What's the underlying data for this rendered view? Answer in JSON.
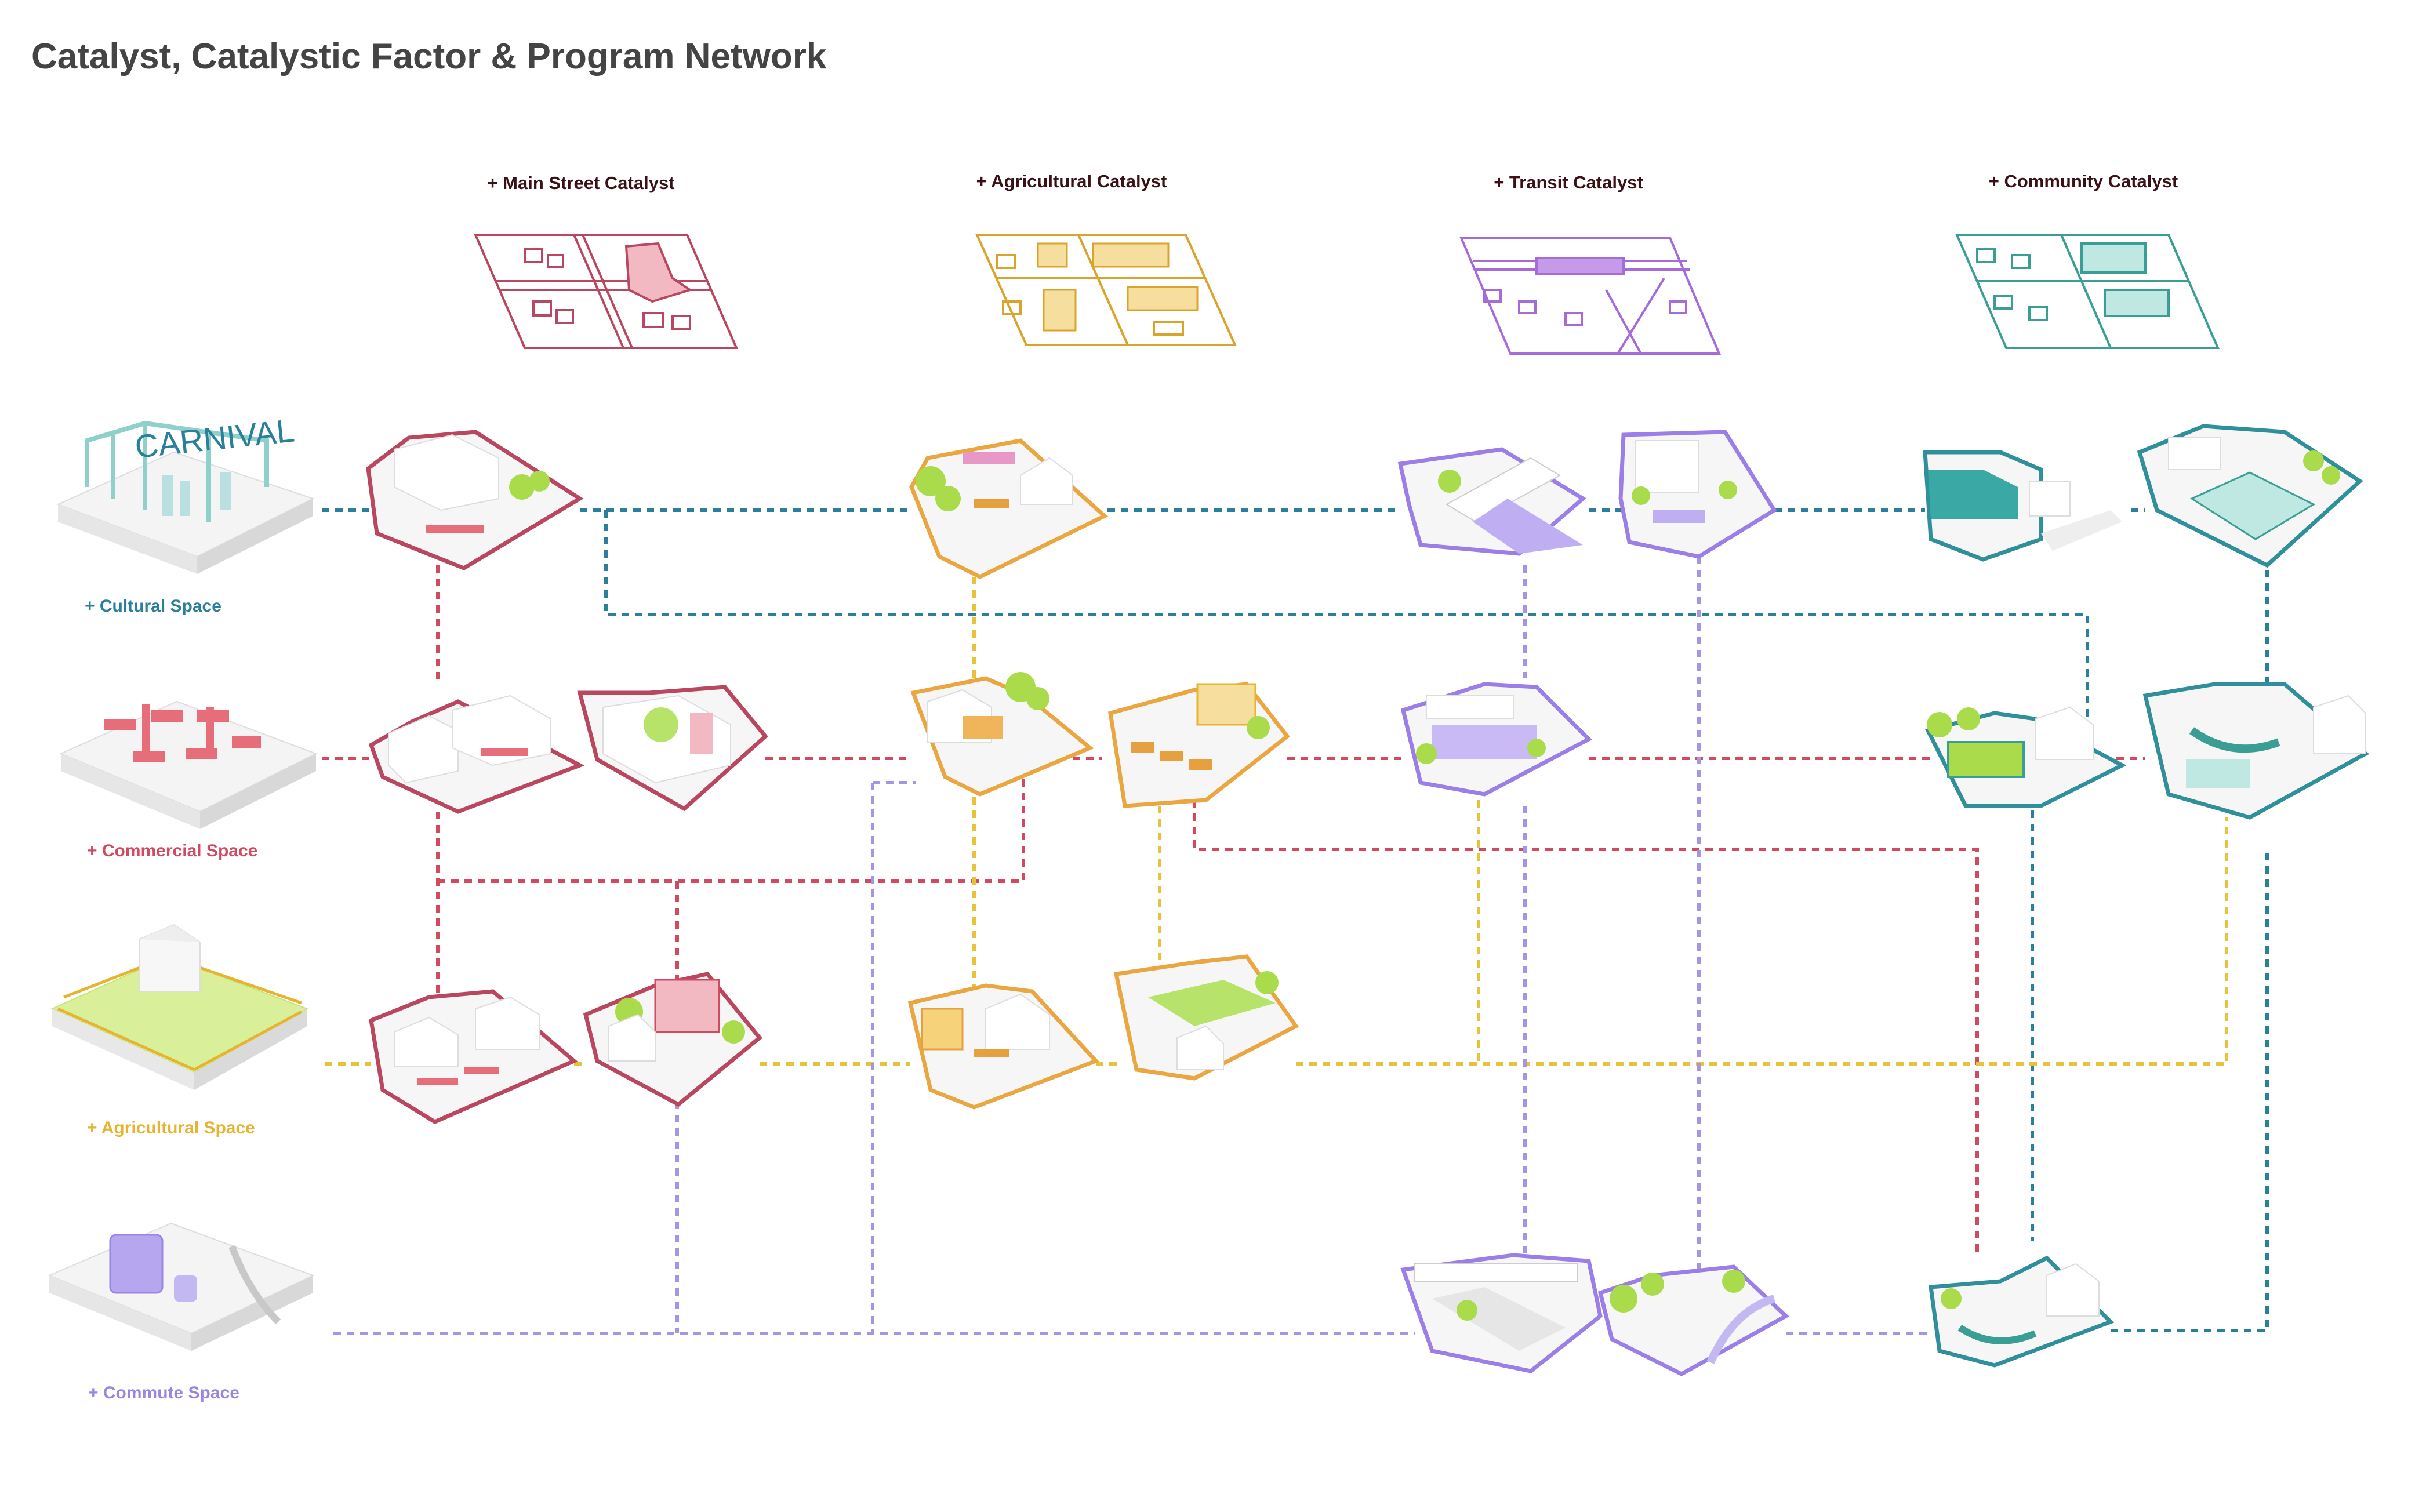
{
  "title": "Catalyst, Catalystic Factor & Program Network",
  "columns": [
    {
      "label": "+ Main Street Catalyst",
      "color": "#b9475f"
    },
    {
      "label": "+ Agricultural Catalyst",
      "color": "#d9a42c"
    },
    {
      "label": "+ Transit Catalyst",
      "color": "#a56cd9"
    },
    {
      "label": "+ Community Catalyst",
      "color": "#3a9e95"
    }
  ],
  "rows": [
    {
      "label": "+ Cultural Space",
      "color": "#2a7f9a",
      "sign": "CARNIVAL"
    },
    {
      "label": "+ Commercial Space",
      "color": "#d24a5f"
    },
    {
      "label": "+ Agricultural Space",
      "color": "#e5b430"
    },
    {
      "label": "+ Commute Space",
      "color": "#9a86e0"
    }
  ],
  "colors": {
    "title": "#444444",
    "line_cultural": "#2a7f9a",
    "line_commercial": "#d24a5f",
    "line_agricultural": "#e8c33a",
    "line_commute": "#a496e4",
    "outline_main": "#b9475f",
    "outline_agri": "#eaa640",
    "outline_transit": "#9b7ee6",
    "outline_community": "#2f8f9a",
    "greenery": "#a9db4a"
  }
}
